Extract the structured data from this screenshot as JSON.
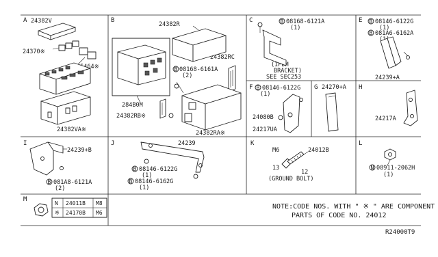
{
  "sections": {
    "A": {
      "letter": "A",
      "labels": {
        "p1": "24382V",
        "p2": "24370※",
        "p3": "25464※",
        "p4": "24382VA※"
      }
    },
    "B": {
      "letter": "B",
      "labels": {
        "p1": "24382R",
        "p2": "24382RC",
        "p3": "08168-6161A",
        "p3_qty": "(2)",
        "p4": "284B0M",
        "p5": "24382RB※",
        "p6": "24382RA※"
      }
    },
    "C": {
      "letter": "C",
      "labels": {
        "p1": "08168-6121A",
        "p1_qty": "(1)",
        "note1": "(IPDM",
        "note2": "BRACKET)",
        "note3": "SEE SEC253"
      }
    },
    "E": {
      "letter": "E",
      "labels": {
        "p1": "08146-6122G",
        "p1_qty": "(1)",
        "p2": "081A6-6162A",
        "p2_qty": "(1)",
        "p3": "24239+A"
      }
    },
    "F": {
      "letter": "F",
      "labels": {
        "p1": "08146-6122G",
        "p1_qty": "(1)",
        "p2": "24080B",
        "p3": "24217UA"
      }
    },
    "G": {
      "letter": "G",
      "labels": {
        "p1": "24270+A"
      }
    },
    "H": {
      "letter": "H",
      "labels": {
        "p1": "24217A"
      }
    },
    "I": {
      "letter": "I",
      "labels": {
        "p1": "24239+B",
        "p2": "081A8-6121A",
        "p2_qty": "(2)"
      }
    },
    "J": {
      "letter": "J",
      "labels": {
        "p1": "24239",
        "p2": "08146-6122G",
        "p2_qty": "(1)",
        "p3": "08146-6162G",
        "p3_qty": "(1)"
      }
    },
    "K": {
      "letter": "K",
      "labels": {
        "m6": "M6",
        "p1": "24012B",
        "d13": "13",
        "d12": "12",
        "caption": "(GROUND BOLT)"
      }
    },
    "L": {
      "letter": "L",
      "labels": {
        "p1": "08911-2062H",
        "p1_qty": "(1)"
      }
    },
    "M": {
      "letter": "M",
      "table": [
        [
          "N",
          "24011B",
          "M8"
        ],
        [
          "※",
          "24170B",
          "M6"
        ]
      ]
    }
  },
  "marks": {
    "B": "B",
    "N": "N"
  },
  "note": {
    "line1": "NOTE:CODE NOS. WITH \" ※ \" ARE COMPONENT",
    "line2": "PARTS OF CODE NO. 24012"
  },
  "ref": "R24000T9"
}
